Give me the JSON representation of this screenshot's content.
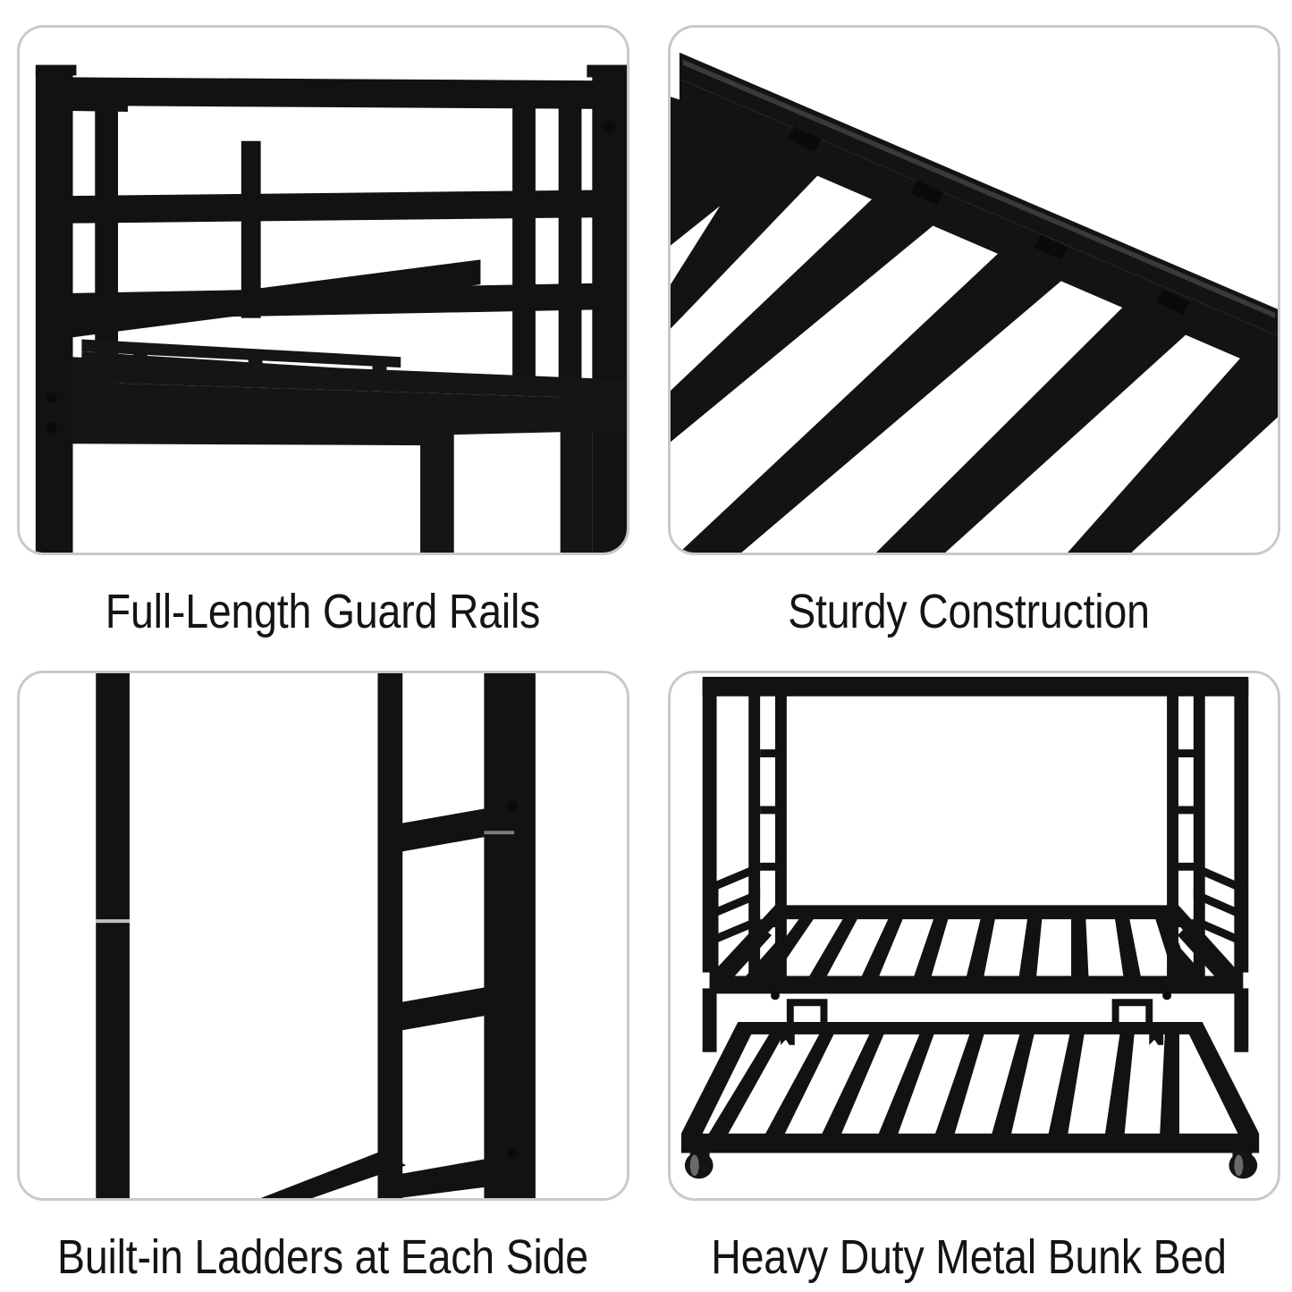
{
  "page": {
    "background_color": "#ffffff",
    "panel_border_color": "#c9c9c9",
    "metal_color": "#121212",
    "caption_color": "#141414",
    "layout": "2x2 feature grid"
  },
  "features": [
    {
      "id": "guard-rails",
      "caption": "Full-Length Guard Rails",
      "image_subject": "close-up of black metal bunk bed guard rail with horizontal rails and vertical posts"
    },
    {
      "id": "sturdy-construction",
      "caption": "Sturdy Construction",
      "image_subject": "angled close-up of black metal bed slats joined to a side rail"
    },
    {
      "id": "built-in-ladders",
      "caption": "Built-in Ladders at Each Side",
      "image_subject": "close-up of black metal ladder rungs between two vertical posts"
    },
    {
      "id": "heavy-duty-bunk-bed",
      "caption": "Heavy Duty Metal Bunk Bed",
      "image_subject": "full black metal bunk bed frame with slatted platform and rolling trundle bed on casters"
    }
  ]
}
